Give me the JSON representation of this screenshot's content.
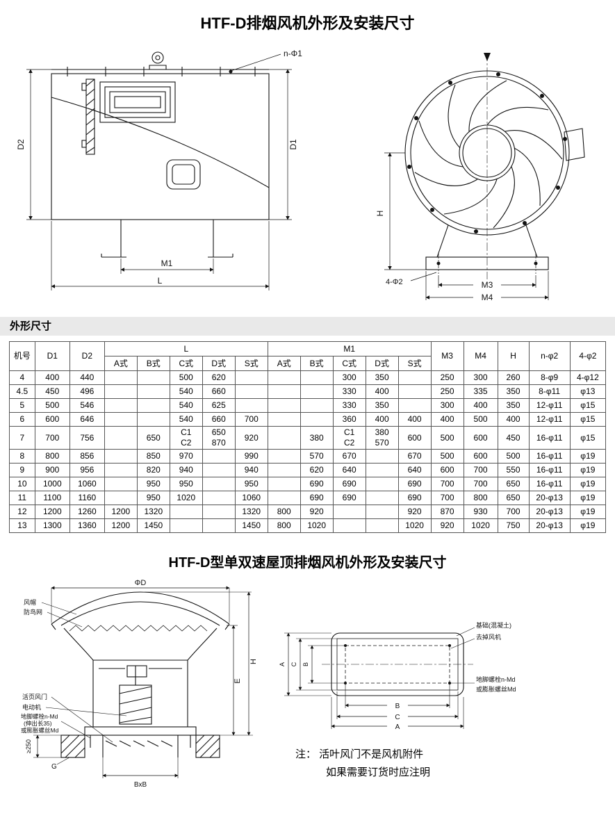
{
  "page": {
    "title_top": "HTF-D排烟风机外形及安装尺寸",
    "section_title": "外形尺寸",
    "title_bottom": "HTF-D型单双速屋顶排烟风机外形及安装尺寸"
  },
  "drawing_side": {
    "n_phi1": "n-Φ1",
    "d2": "D2",
    "d1": "D1",
    "m1": "M1",
    "l": "L"
  },
  "drawing_front": {
    "h": "H",
    "four_phi2": "4-Φ2",
    "m3": "M3",
    "m4": "M4"
  },
  "table": {
    "headers": {
      "jihao": "机号",
      "d1": "D1",
      "d2": "D2",
      "l": "L",
      "m1": "M1",
      "m3": "M3",
      "m4": "M4",
      "h": "H",
      "n_phi2": "n-φ2",
      "four_phi2": "4-φ2"
    },
    "sub_headers": [
      "A式",
      "B式",
      "C式",
      "D式",
      "S式"
    ],
    "rows": [
      {
        "no": "4",
        "d1": "400",
        "d2": "440",
        "l": [
          "",
          "",
          "500",
          "620",
          ""
        ],
        "m1": [
          "",
          "",
          "300",
          "350",
          ""
        ],
        "m3": "250",
        "m4": "300",
        "h": "260",
        "n": "8-φ9",
        "p": "4-φ12"
      },
      {
        "no": "4.5",
        "d1": "450",
        "d2": "496",
        "l": [
          "",
          "",
          "540",
          "660",
          ""
        ],
        "m1": [
          "",
          "",
          "330",
          "400",
          ""
        ],
        "m3": "250",
        "m4": "335",
        "h": "350",
        "n": "8-φ11",
        "p": "φ13"
      },
      {
        "no": "5",
        "d1": "500",
        "d2": "546",
        "l": [
          "",
          "",
          "540",
          "625",
          ""
        ],
        "m1": [
          "",
          "",
          "330",
          "350",
          ""
        ],
        "m3": "300",
        "m4": "400",
        "h": "350",
        "n": "12-φ11",
        "p": "φ15"
      },
      {
        "no": "6",
        "d1": "600",
        "d2": "646",
        "l": [
          "",
          "",
          "540",
          "660",
          "700"
        ],
        "m1": [
          "",
          "",
          "360",
          "400",
          "400"
        ],
        "m3": "400",
        "m4": "500",
        "h": "400",
        "n": "12-φ11",
        "p": "φ15"
      },
      {
        "no": "7",
        "d1": "700",
        "d2": "756",
        "l": [
          "",
          "650",
          "C1\nC2",
          "650\n870",
          "920"
        ],
        "m1": [
          "",
          "380",
          "C1\nC2",
          "380\n570",
          "600"
        ],
        "m3": "500",
        "m4": "600",
        "h": "450",
        "n": "16-φ11",
        "p": "φ15"
      },
      {
        "no": "8",
        "d1": "800",
        "d2": "856",
        "l": [
          "",
          "850",
          "970",
          "",
          "990"
        ],
        "m1": [
          "",
          "570",
          "670",
          "",
          "670"
        ],
        "m3": "500",
        "m4": "600",
        "h": "500",
        "n": "16-φ11",
        "p": "φ19"
      },
      {
        "no": "9",
        "d1": "900",
        "d2": "956",
        "l": [
          "",
          "820",
          "940",
          "",
          "940"
        ],
        "m1": [
          "",
          "620",
          "640",
          "",
          "640"
        ],
        "m3": "600",
        "m4": "700",
        "h": "550",
        "n": "16-φ11",
        "p": "φ19"
      },
      {
        "no": "10",
        "d1": "1000",
        "d2": "1060",
        "l": [
          "",
          "950",
          "950",
          "",
          "950"
        ],
        "m1": [
          "",
          "690",
          "690",
          "",
          "690"
        ],
        "m3": "700",
        "m4": "700",
        "h": "650",
        "n": "16-φ11",
        "p": "φ19"
      },
      {
        "no": "11",
        "d1": "1100",
        "d2": "1160",
        "l": [
          "",
          "950",
          "1020",
          "",
          "1060"
        ],
        "m1": [
          "",
          "690",
          "690",
          "",
          "690"
        ],
        "m3": "700",
        "m4": "800",
        "h": "650",
        "n": "20-φ13",
        "p": "φ19"
      },
      {
        "no": "12",
        "d1": "1200",
        "d2": "1260",
        "l": [
          "1200",
          "1320",
          "",
          "",
          "1320"
        ],
        "m1": [
          "800",
          "920",
          "",
          "",
          "920"
        ],
        "m3": "870",
        "m4": "930",
        "h": "700",
        "n": "20-φ13",
        "p": "φ19"
      },
      {
        "no": "13",
        "d1": "1300",
        "d2": "1360",
        "l": [
          "1200",
          "1450",
          "",
          "",
          "1450"
        ],
        "m1": [
          "800",
          "1020",
          "",
          "",
          "1020"
        ],
        "m3": "920",
        "m4": "1020",
        "h": "750",
        "n": "20-φ13",
        "p": "φ19"
      }
    ]
  },
  "drawing_roof": {
    "phi_d": "ΦD",
    "fengmao": "风帽",
    "fangniaowang": "防鸟网",
    "huoyefengmen": "活页风门",
    "diandongji": "电动机",
    "dijiao_luoshuan": "地脚螺栓n-Md",
    "shenchuchang": "(伸出长35)",
    "pengzhang_luosi": "或膨胀螺丝Md",
    "ge_250": "≥250",
    "g": "G",
    "bxb": "BxB",
    "h": "H",
    "e": "E"
  },
  "drawing_foundation": {
    "jichu": "基础(混凝土)",
    "qudiao_fengji": "去掉风机",
    "dijiao_luoshuan": "地脚螺栓n-Md",
    "pengzhang_luosi": "或膨胀螺丝Md",
    "a": "A",
    "b": "B",
    "c": "C"
  },
  "note": {
    "line1": "注： 活叶风门不是风机附件",
    "line2": "如果需要订货时应注明"
  }
}
